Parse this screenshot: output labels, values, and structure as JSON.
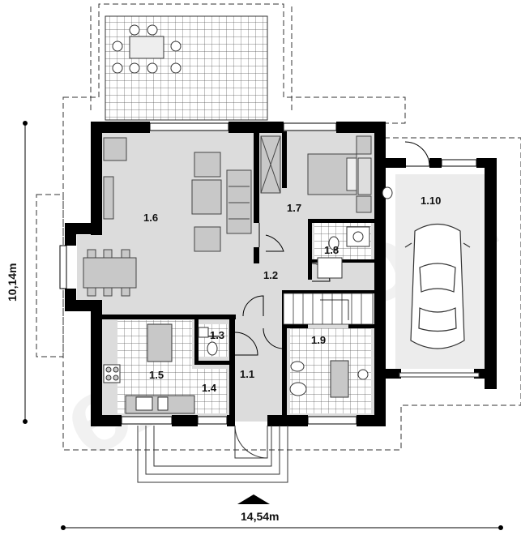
{
  "watermark": "extradom",
  "dimensions": {
    "height": "10,14m",
    "width": "14,54m"
  },
  "rooms": [
    {
      "id": "1.1",
      "label": "1.1"
    },
    {
      "id": "1.2",
      "label": "1.2"
    },
    {
      "id": "1.3",
      "label": "1.3"
    },
    {
      "id": "1.4",
      "label": "1.4"
    },
    {
      "id": "1.5",
      "label": "1.5"
    },
    {
      "id": "1.6",
      "label": "1.6"
    },
    {
      "id": "1.7",
      "label": "1.7"
    },
    {
      "id": "1.8",
      "label": "1.8"
    },
    {
      "id": "1.9",
      "label": "1.9"
    },
    {
      "id": "1.10",
      "label": "1.10"
    }
  ],
  "colors": {
    "wall": "#000000",
    "floor": "#dcdcdc",
    "garage_floor": "#e8e8e8",
    "tile_grid": "#555555",
    "furniture": "#c8c8c8"
  }
}
